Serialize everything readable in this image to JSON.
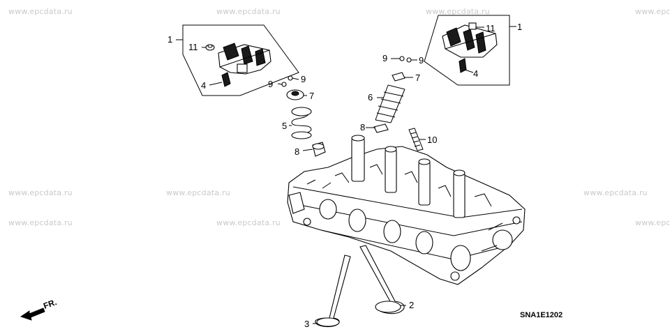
{
  "watermark": "www.epcdata.ru",
  "watermark_partial": "www.epc",
  "diagram_code": "SNA1E1202",
  "front_indicator": "FR.",
  "callouts": {
    "c1_left": "1",
    "c11_left": "11",
    "c4_left": "4",
    "c9_left_a": "9",
    "c9_left_b": "9",
    "c7_left": "7",
    "c5": "5",
    "c8_left": "8",
    "c1_right": "1",
    "c11_right": "11",
    "c4_right": "4",
    "c9_right_a": "9",
    "c9_right_b": "9",
    "c7_right": "7",
    "c6": "6",
    "c8_right": "8",
    "c10": "10",
    "c2": "2",
    "c3": "3"
  }
}
